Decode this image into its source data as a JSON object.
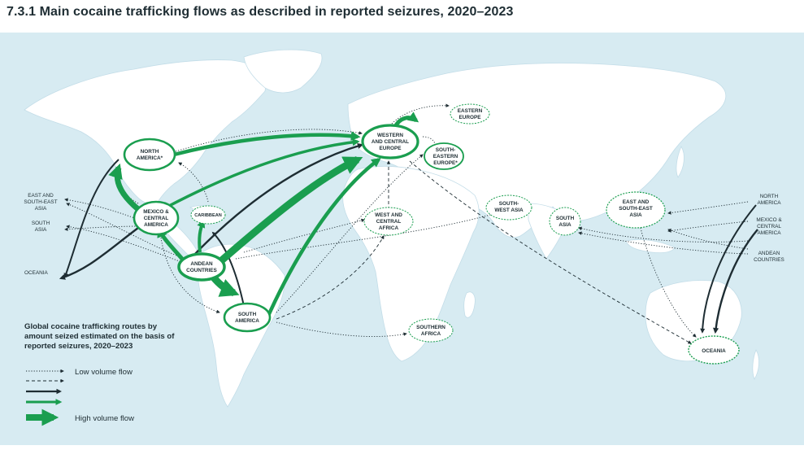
{
  "title": "7.3.1 Main cocaine trafficking flows as described in reported seizures, 2020–2023",
  "regions": {
    "north_america": [
      "NORTH",
      "AMERICA*"
    ],
    "mexico_central_america": [
      "MEXICO &",
      "CENTRAL",
      "AMERICA"
    ],
    "caribbean": [
      "CARIBBEAN"
    ],
    "andean_countries": [
      "ANDEAN",
      "COUNTRIES"
    ],
    "south_america": [
      "SOUTH",
      "AMERICA"
    ],
    "western_central_europe": [
      "WESTERN",
      "AND CENTRAL",
      "EUROPE"
    ],
    "eastern_europe": [
      "EASTERN",
      "EUROPE"
    ],
    "south_eastern_europe": [
      "SOUTH-",
      "EASTERN",
      "EUROPE*"
    ],
    "west_central_africa": [
      "WEST AND",
      "CENTRAL",
      "AFRICA"
    ],
    "southern_africa": [
      "SOUTHERN",
      "AFRICA"
    ],
    "south_west_asia": [
      "SOUTH-",
      "WEST ASIA"
    ],
    "south_asia": [
      "SOUTH",
      "ASIA"
    ],
    "east_southeast_asia": [
      "EAST AND",
      "SOUTH-EAST",
      "ASIA"
    ],
    "oceania": [
      "OCEANIA"
    ]
  },
  "edge_labels": {
    "west_east_se_asia": [
      "EAST AND",
      "SOUTH-EAST",
      "ASIA"
    ],
    "west_south_asia": [
      "SOUTH",
      "ASIA"
    ],
    "west_oceania": [
      "OCEANIA"
    ],
    "east_north_america": [
      "NORTH",
      "AMERICA"
    ],
    "east_mexico_central_america": [
      "MEXICO &",
      "CENTRAL",
      "AMERICA"
    ],
    "east_andean_countries": [
      "ANDEAN",
      "COUNTRIES"
    ]
  },
  "legend": {
    "title": [
      "Global cocaine trafficking routes by",
      "amount seized estimated on the basis of",
      "reported seizures, 2020–2023"
    ],
    "low_label": "Low volume flow",
    "high_label": "High volume flow"
  },
  "colors": {
    "ocean": "#d7ebf2",
    "land": "#ffffff",
    "green": "#1a9e4f",
    "black": "#1e2d33"
  }
}
